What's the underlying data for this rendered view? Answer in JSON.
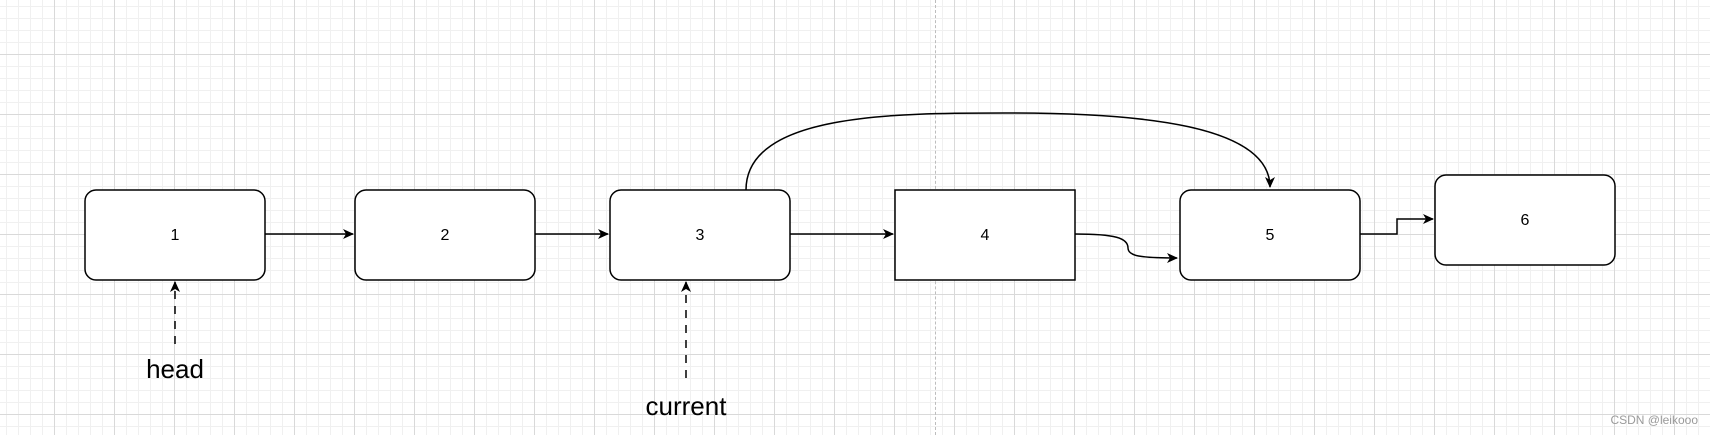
{
  "nodes": [
    {
      "id": "n1",
      "label": "1",
      "shape": "rounded"
    },
    {
      "id": "n2",
      "label": "2",
      "shape": "rounded"
    },
    {
      "id": "n3",
      "label": "3",
      "shape": "rounded"
    },
    {
      "id": "n4",
      "label": "4",
      "shape": "rectangle"
    },
    {
      "id": "n5",
      "label": "5",
      "shape": "rounded"
    },
    {
      "id": "n6",
      "label": "6",
      "shape": "rounded"
    }
  ],
  "edges": [
    {
      "from": "n1",
      "to": "n2",
      "style": "solid"
    },
    {
      "from": "n2",
      "to": "n3",
      "style": "solid"
    },
    {
      "from": "n3",
      "to": "n4",
      "style": "solid"
    },
    {
      "from": "n4",
      "to": "n5",
      "style": "solid-curved"
    },
    {
      "from": "n5",
      "to": "n6",
      "style": "solid-elbow"
    },
    {
      "from": "n3",
      "to": "n5",
      "style": "solid-arc"
    }
  ],
  "pointers": [
    {
      "label": "head",
      "target": "n1",
      "style": "dashed"
    },
    {
      "label": "current",
      "target": "n3",
      "style": "dashed"
    }
  ],
  "watermark": "CSDN @leikooo",
  "colors": {
    "stroke": "#000000",
    "grid_major": "#d9d9d9",
    "grid_minor": "#f0f0f0",
    "background": "#ffffff"
  }
}
